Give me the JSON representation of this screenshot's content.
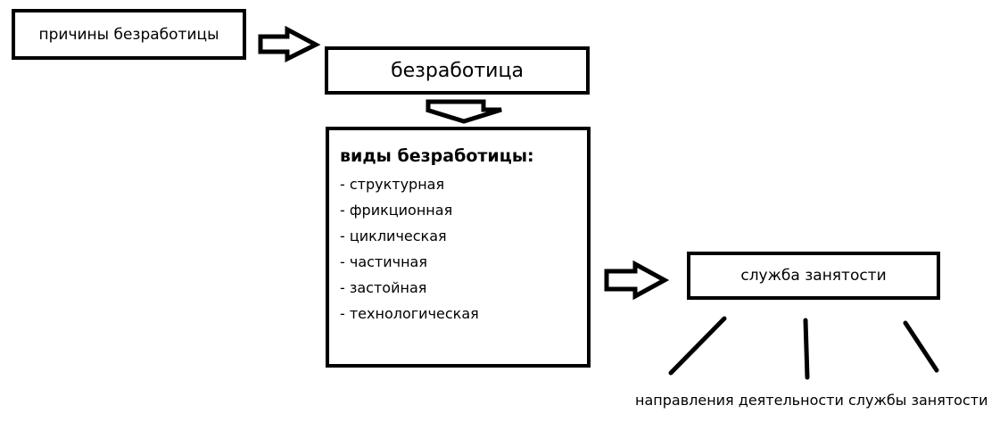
{
  "causes_box": {
    "label": "причины безработицы"
  },
  "unemployment_box": {
    "label": "безработица"
  },
  "types_box": {
    "title": "виды безработицы:",
    "items": [
      "- структурная",
      "- фрикционная",
      "- циклическая",
      "- частичная",
      "- застойная",
      "- технологическая"
    ]
  },
  "employment_service_box": {
    "label": "служба занятости"
  },
  "bottom_caption": "направления деятельности службы занятости"
}
